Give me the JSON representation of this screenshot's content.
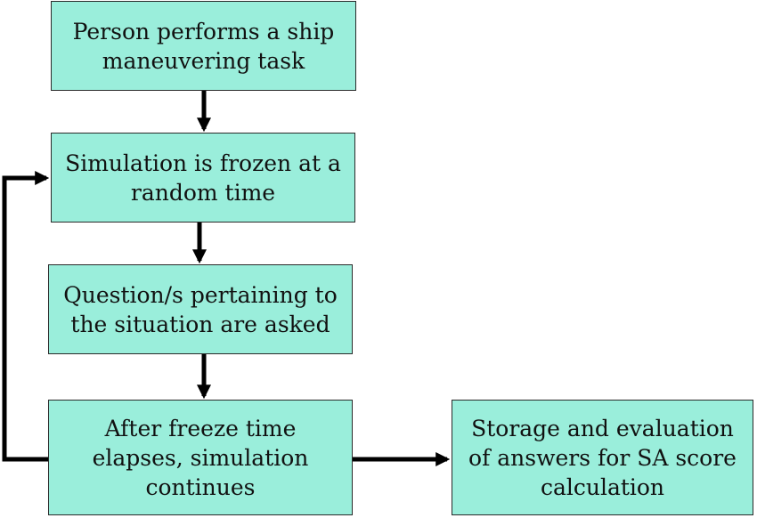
{
  "flowchart": {
    "steps": [
      {
        "id": "perform-task",
        "label": "Person performs a ship maneuvering task"
      },
      {
        "id": "freeze",
        "label": "Simulation is frozen at a random time"
      },
      {
        "id": "questions",
        "label": "Question/s pertaining to the situation are asked"
      },
      {
        "id": "resume",
        "label": "After freeze time elapses, simulation continues"
      },
      {
        "id": "evaluate",
        "label": "Storage and evaluation of answers for SA score calculation"
      }
    ],
    "edges": [
      {
        "from": "perform-task",
        "to": "freeze"
      },
      {
        "from": "freeze",
        "to": "questions"
      },
      {
        "from": "questions",
        "to": "resume"
      },
      {
        "from": "resume",
        "to": "freeze",
        "kind": "loop-back"
      },
      {
        "from": "resume",
        "to": "evaluate"
      }
    ]
  },
  "colors": {
    "box_fill": "#9aeedb",
    "box_border": "#2a2a2a",
    "arrow": "#000000"
  }
}
